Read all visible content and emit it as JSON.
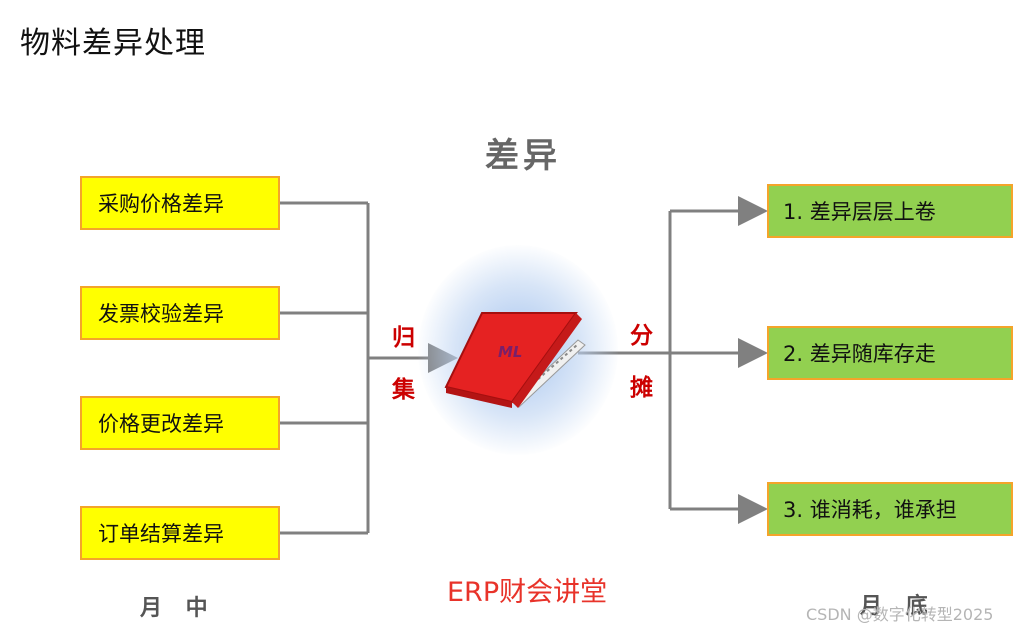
{
  "slide": {
    "title": "物料差异处理",
    "center_title": "差异",
    "book_label": "ML",
    "collect_chars": [
      "归",
      "集"
    ],
    "allocate_chars": [
      "分",
      "摊"
    ],
    "bottom_left": "月 中",
    "bottom_right": "月 底",
    "brand": "ERP财会讲堂",
    "watermark": "CSDN @数字化转型2025"
  },
  "sources": [
    "采购价格差异",
    "发票校验差异",
    "价格更改差异",
    "订单结算差异"
  ],
  "targets": [
    "1. 差异层层上卷",
    "2. 差异随库存走",
    "3. 谁消耗，谁承担"
  ],
  "colors": {
    "source_fill": "#ffff00",
    "target_fill": "#92d050",
    "box_border": "#f4a42a",
    "book": "#e52222",
    "accent_text": "#cc0000",
    "connector": "#808080"
  }
}
